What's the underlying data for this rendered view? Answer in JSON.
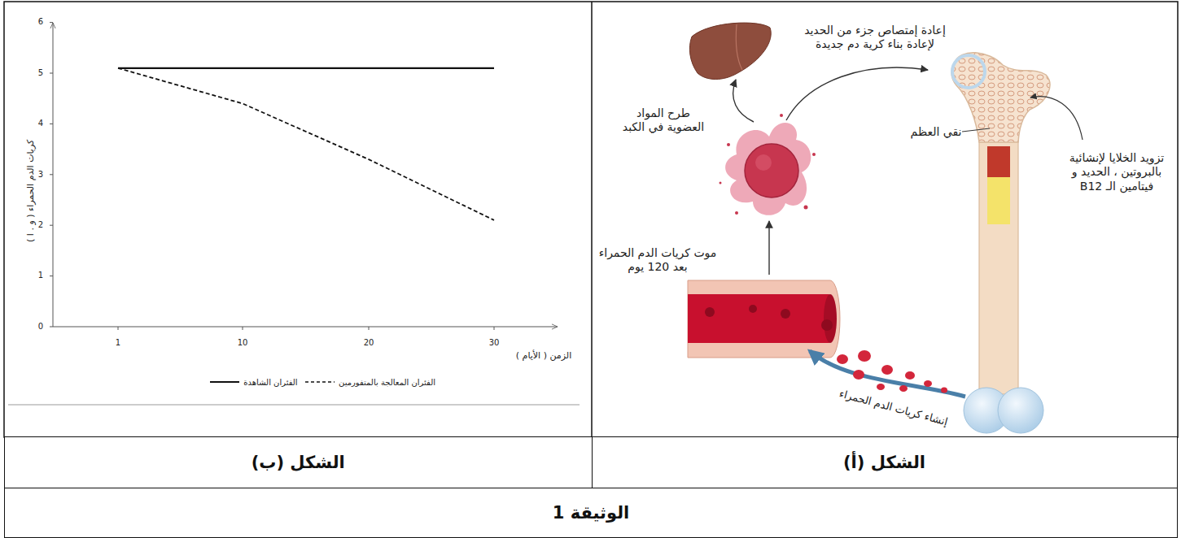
{
  "diagram": {
    "nodes": [
      {
        "text": [
          "الشكل (أ)"
        ]
      },
      {
        "text": [
          "الشكل (ب)"
        ]
      },
      {
        "text": [
          "الوثيقة 1"
        ]
      }
    ],
    "labels": [
      "0",
      "1",
      "2",
      "3",
      "4",
      "5",
      "6",
      "1",
      "10",
      "20",
      "30",
      "كريات الدم الحمراء ( و . ا )",
      "الزمن ( الأيام )",
      "إعادة إمتصاص جزء من الحديد لإعادة بناء كرية دم جديدة",
      "طرح المواد العضوية في الكبد",
      "نقي العظم",
      "تزويد الخلايا لإنشائية بالبروتين ، الحديد و فيتامين الـ B12",
      "موت كريات الدم الحمراء بعد 120 يوم",
      "إنشاء كريات الدم الحمراء"
    ],
    "legend": [
      {
        "text": "الفئران الشاهدة"
      },
      {
        "text": "الفئران المعالجة بالمتفورمين"
      }
    ]
  }
}
